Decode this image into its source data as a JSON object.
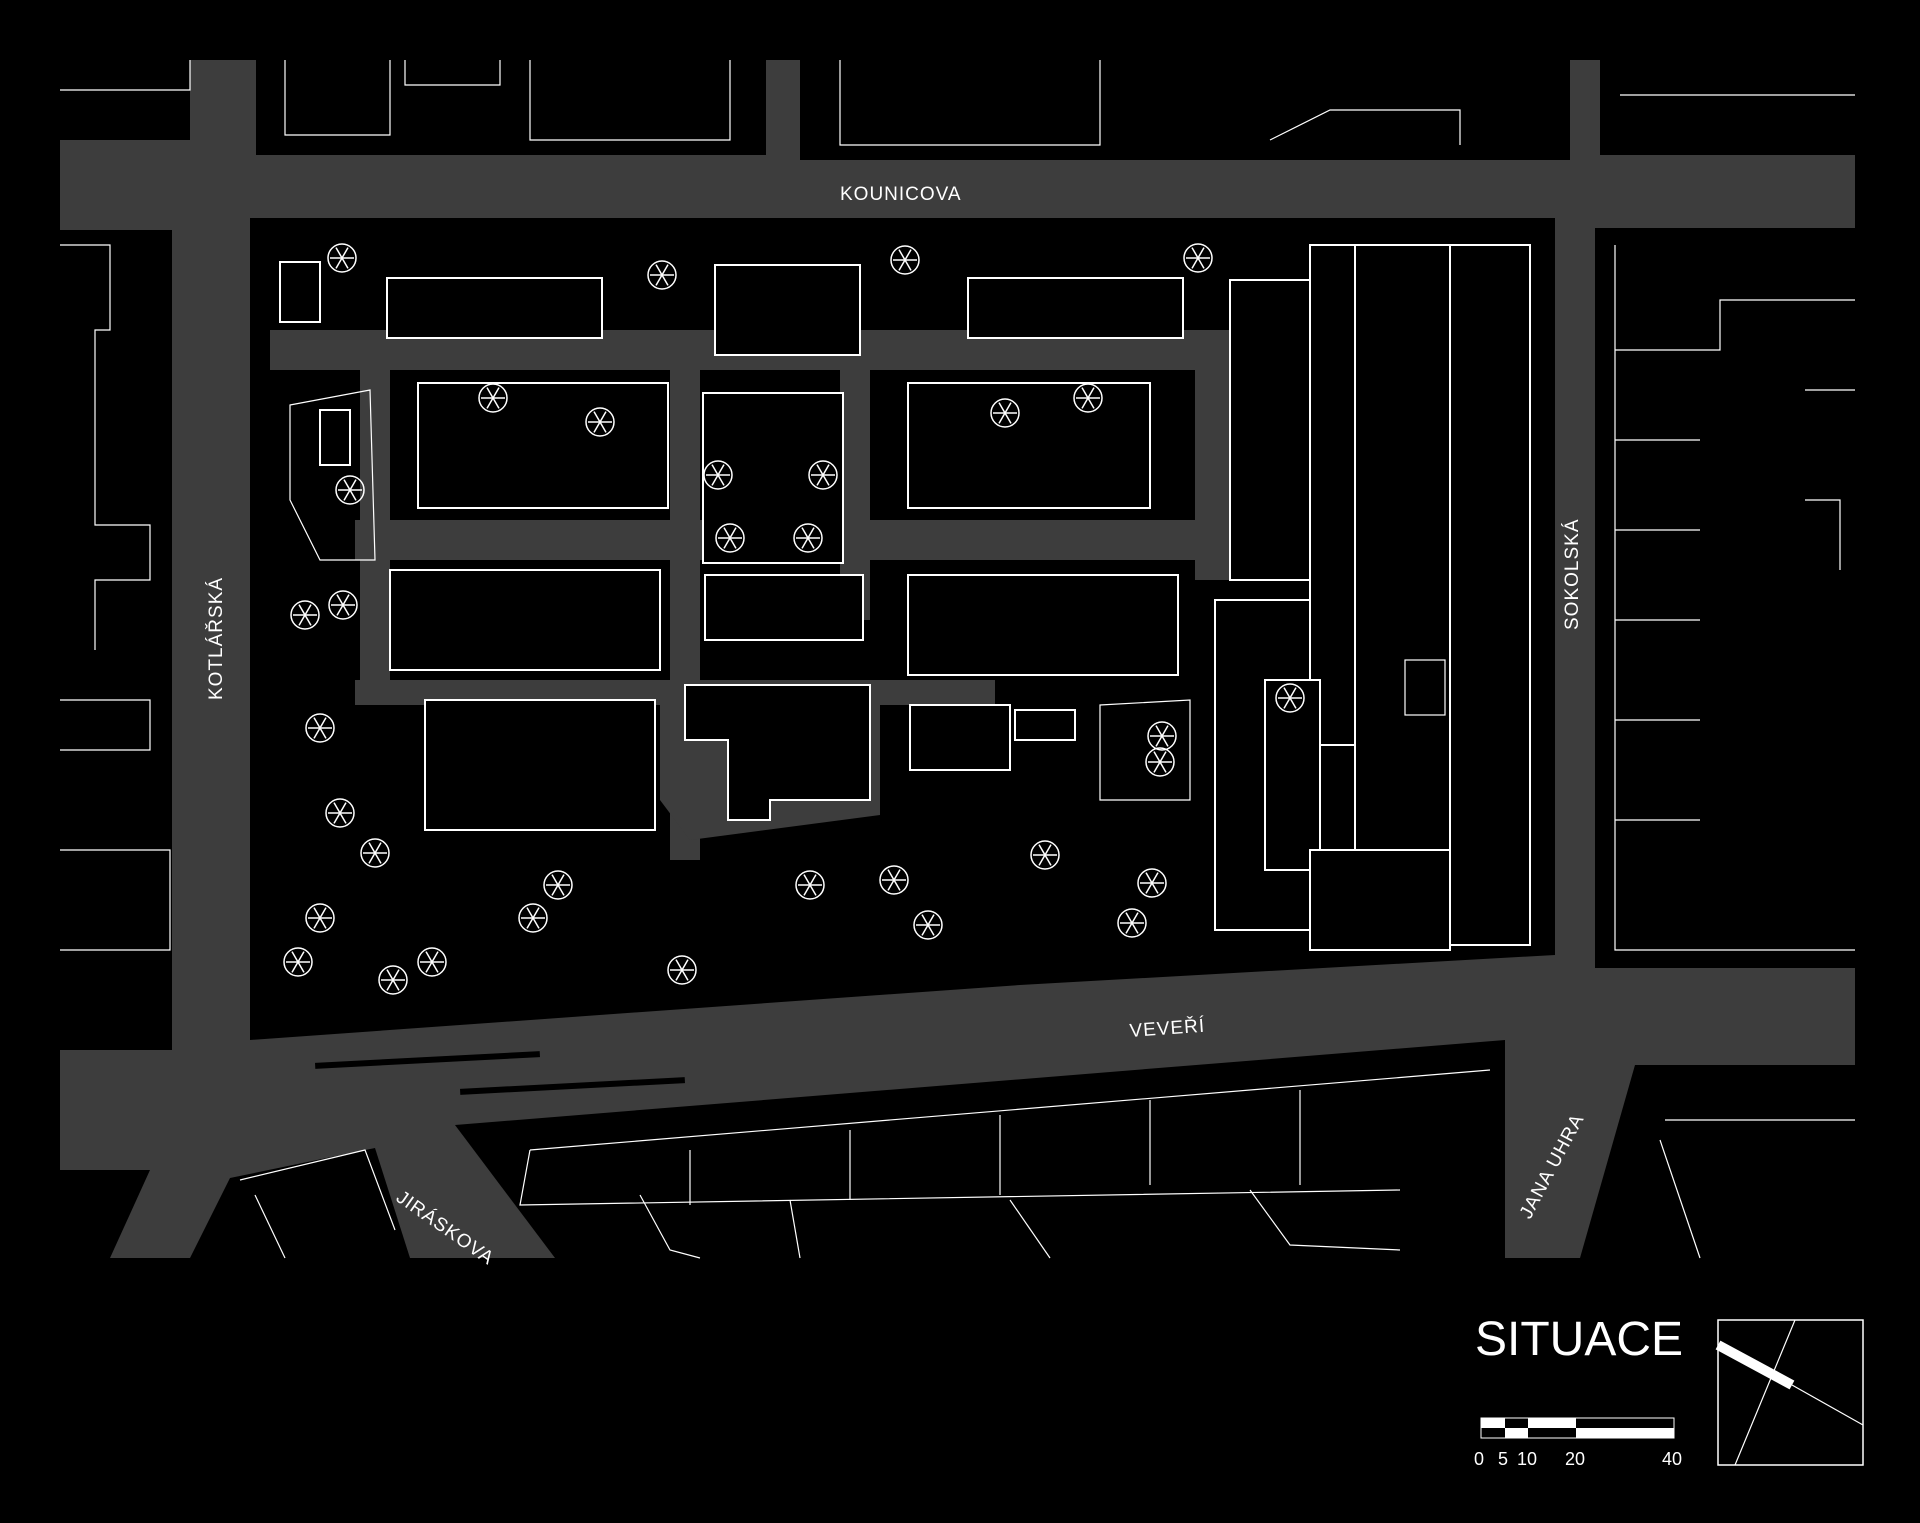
{
  "title": "SITUACE",
  "streets": {
    "kounicova": "KOUNICOVA",
    "kotlarska": "KOTLÁŘSKÁ",
    "sokolska": "SOKOLSKÁ",
    "veveri": "VEVEŘÍ",
    "jiraskova": "JIRÁSKOVA",
    "jana_uhra": "JANA UHRA"
  },
  "scale_bar": {
    "labels": [
      "0",
      "5",
      "10",
      "20",
      "40"
    ]
  },
  "colors": {
    "background": "#000000",
    "road": "#3d3d3d",
    "lines": "#ffffff"
  }
}
